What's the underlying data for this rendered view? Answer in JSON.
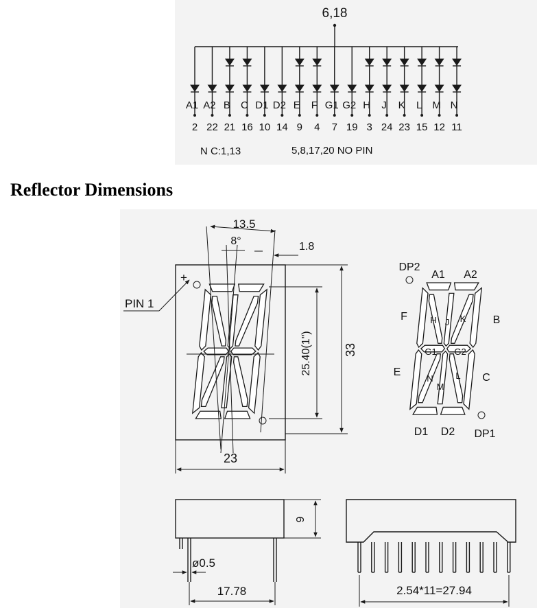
{
  "schematic": {
    "common_pins": "6,18",
    "segments": [
      "A1",
      "A2",
      "B",
      "C",
      "D1",
      "D2",
      "E",
      "F",
      "G1",
      "G2",
      "H",
      "J",
      "K",
      "L",
      "M",
      "N"
    ],
    "pins": [
      "2",
      "22",
      "21",
      "16",
      "10",
      "14",
      "9",
      "4",
      "7",
      "19",
      "3",
      "24",
      "23",
      "15",
      "12",
      "11"
    ],
    "double_diode": [
      false,
      false,
      true,
      true,
      false,
      false,
      true,
      true,
      false,
      false,
      true,
      true,
      true,
      true,
      true,
      true
    ],
    "nc_note": "N C:1,13",
    "no_pin_note": "5,8,17,20 NO PIN"
  },
  "heading": "Reflector Dimensions",
  "front_view": {
    "digit_width": "13.5",
    "slant": "8°",
    "offset": "1.8",
    "pin1_mark": "+",
    "pin1_label": "PIN 1",
    "digit_height": "25.40(1\")",
    "body_height": "33",
    "body_width": "23"
  },
  "segment_map": {
    "labels": [
      "DP2",
      "A1",
      "A2",
      "F",
      "H",
      "J",
      "K",
      "B",
      "G1",
      "G2",
      "E",
      "N",
      "M",
      "L",
      "C",
      "D1",
      "D2",
      "DP1"
    ]
  },
  "side_views": {
    "depth": "9",
    "pin_diameter": "ø0.5",
    "row_spacing": "17.78",
    "pitch": "2.54*11=27.94"
  }
}
